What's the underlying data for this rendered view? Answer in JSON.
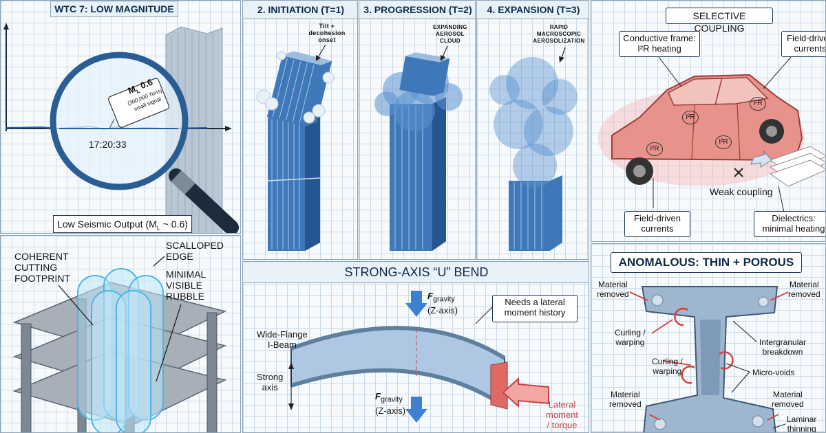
{
  "p1": {
    "title": "WTC 7: LOW MAGNITUDE",
    "mag_line": "M",
    "mag_sub": "L",
    "mag_val": "0.6",
    "tag_line1": "(300,000 Tons)",
    "tag_line2": "small signal",
    "time": "17:20:33",
    "caption_main": "Low Seismic Output (M",
    "caption_sub": "L",
    "caption_end": " ~ 0.6)"
  },
  "p2": {
    "title": "2. INITIATION (T=1)",
    "note_l1": "Tilt +",
    "note_l2": "decohesion",
    "note_l3": "onset"
  },
  "p3": {
    "title": "3. PROGRESSION (T=2)",
    "note_l1": "EXPANDING",
    "note_l2": "AEROSOL",
    "note_l3": "CLOUD"
  },
  "p4": {
    "title": "4. EXPANSION (T=3)",
    "note_l1": "RAPID",
    "note_l2": "MACROSCOPIC",
    "note_l3": "AEROSOLIZATION"
  },
  "p5": {
    "title": "SELECTIVE COUPLING",
    "frame_l1": "Conductive frame:",
    "frame_l2": "I²R heating",
    "field_top_l1": "Field-driven",
    "field_top_l2": "currents",
    "weak": "Weak coupling",
    "field_bot_l1": "Field-driven",
    "field_bot_l2": "currents",
    "diel_l1": "Dielectrics:",
    "diel_l2": "minimal heating",
    "i2r": "I²R"
  },
  "p6": {
    "l1": "COHERENT",
    "l2": "CUTTING",
    "l3": "FOOTPRINT",
    "s1": "SCALLOPED",
    "s2": "EDGE",
    "m1": "MINIMAL",
    "m2": "VISIBLE",
    "m3": "RUBBLE"
  },
  "p7": {
    "title": "STRONG-AXIS “U” BEND",
    "fg": "F",
    "fg_sub": "gravity",
    "z": "(Z-axis)",
    "needs_l1": "Needs a lateral",
    "needs_l2": "moment history",
    "beam_l1": "Wide-Flange",
    "beam_l2": "I-Beam",
    "strong_l1": "Strong",
    "strong_l2": "axis",
    "lat_l1": "Lateral",
    "lat_l2": "moment",
    "lat_l3": "/ torque"
  },
  "p8": {
    "title": "ANOMALOUS: THIN + POROUS",
    "mr": "Material\nremoved",
    "mr_tl1": "Material",
    "mr_tl2": "removed",
    "mr_tr1": "Material",
    "mr_tr2": "removed",
    "cw1_1": "Curling /",
    "cw1_2": "warping",
    "cw2_1": "Curling /",
    "cw2_2": "warping",
    "ig1": "Intergranular",
    "ig2": "breakdown",
    "micro": "Micro-voids",
    "mr_bl1": "Material",
    "mr_bl2": "removed",
    "mr_br1": "Material",
    "mr_br2": "removed",
    "lam1": "Laminar",
    "lam2": "thinning"
  },
  "colors": {
    "accent": "#1f5fa8",
    "red": "#d8403a",
    "navy": "#0e2a47"
  }
}
